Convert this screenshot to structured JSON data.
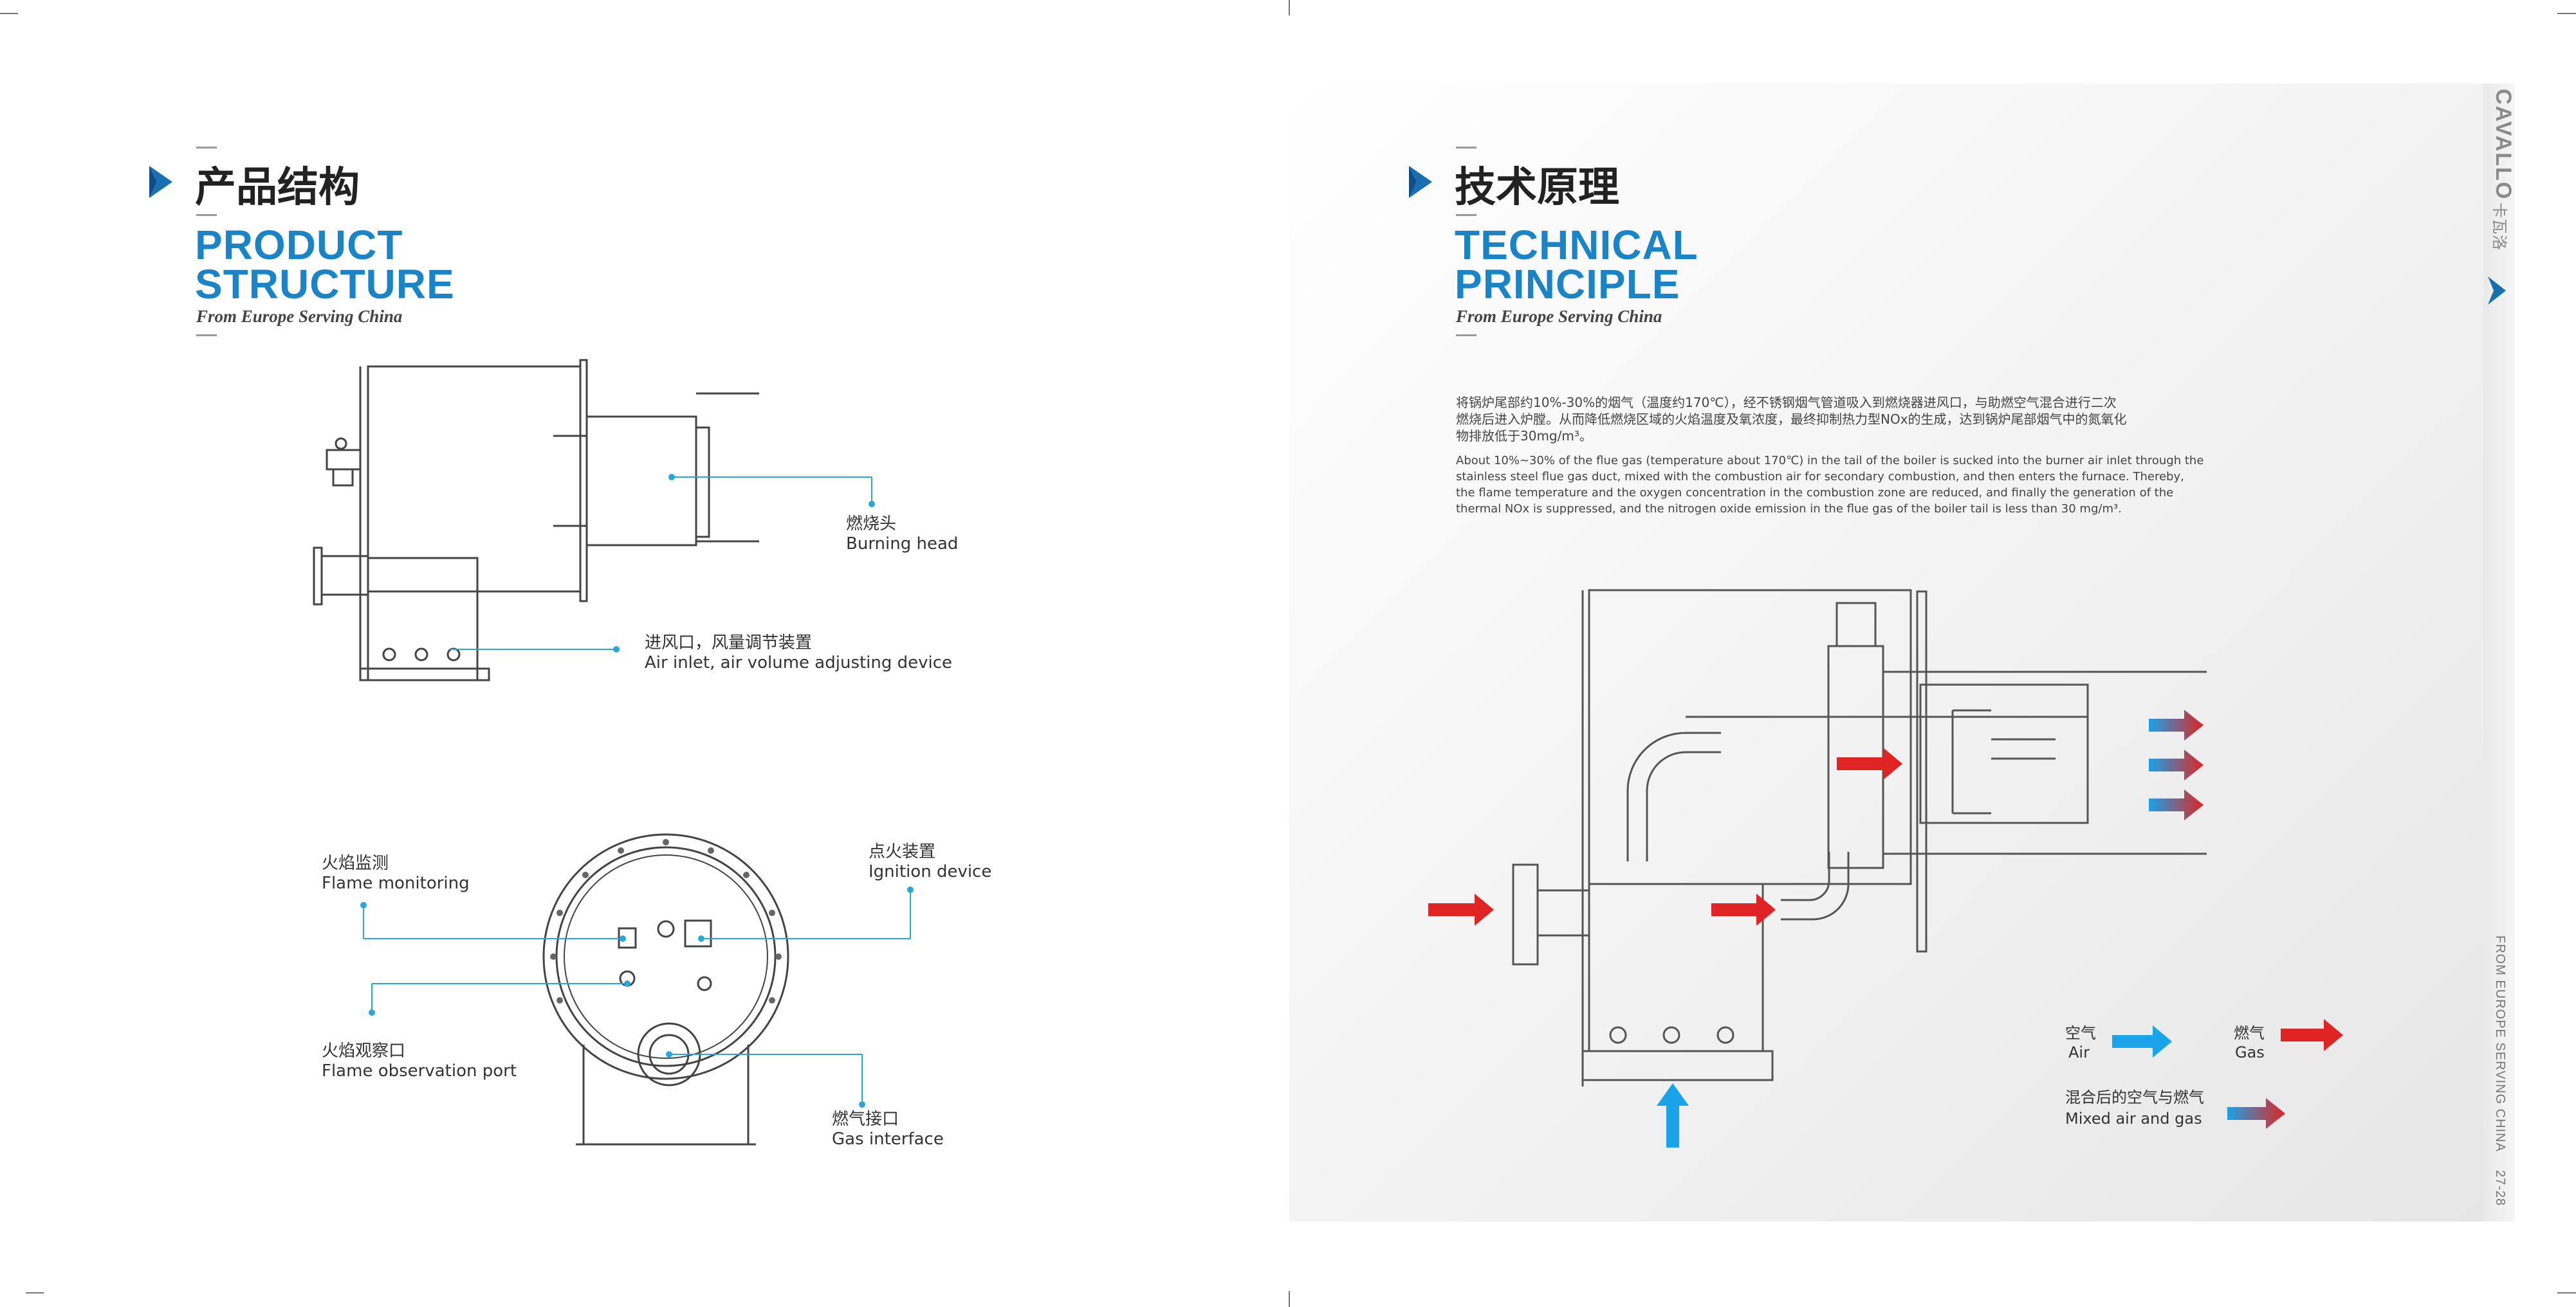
{
  "left": {
    "section_zh": "产品结构",
    "section_en_line1": "PRODUCT",
    "section_en_line2": "STRUCTURE",
    "section_sub": "From Europe Serving China",
    "labels": {
      "burning_head_zh": "燃烧头",
      "burning_head_en": "Burning head",
      "air_inlet_zh": "进风口，风量调节装置",
      "air_inlet_en": "Air inlet, air volume adjusting device",
      "flame_monitor_zh": "火焰监测",
      "flame_monitor_en": "Flame monitoring",
      "ignition_zh": "点火装置",
      "ignition_en": "Ignition device",
      "observation_zh": "火焰观察口",
      "observation_en": "Flame observation port",
      "gas_zh": "燃气接口",
      "gas_en": "Gas interface"
    }
  },
  "right": {
    "section_zh": "技术原理",
    "section_en_line1": "TECHNICAL",
    "section_en_line2": "PRINCIPLE",
    "section_sub": "From Europe Serving China",
    "para_zh_1": "将锅炉尾部约10%-30%的烟气（温度约170℃），经不锈钢烟气管道吸入到燃烧器进风口，与助燃空气混合进行二次",
    "para_zh_2": "燃烧后进入炉膛。从而降低燃烧区域的火焰温度及氧浓度，最终抑制热力型NOx的生成，达到锅炉尾部烟气中的氮氧化",
    "para_zh_3": "物排放低于30mg/m³。",
    "para_en_1": "About 10%~30% of the flue gas (temperature about 170℃) in the tail of the boiler is sucked into the burner air inlet through the",
    "para_en_2": "stainless steel flue gas duct, mixed with the combustion air for secondary combustion, and then enters the furnace. Thereby,",
    "para_en_3": "the flame temperature and the oxygen concentration in the combustion zone are reduced, and finally the generation of the",
    "para_en_4": "thermal NOx is suppressed, and the nitrogen oxide emission in the flue gas of the boiler tail is less than 30 mg/m³.",
    "legend": {
      "air_zh": "空气",
      "air_en": "Air",
      "gas_zh": "燃气",
      "gas_en": "Gas",
      "mixed_zh": "混合后的空气与燃气",
      "mixed_en": "Mixed air and gas"
    },
    "brand": "CAVALLO",
    "brand_zh": "卡瓦洛",
    "side_text": "FROM EUROPE SERVING CHINA",
    "page_numbers": "27-28"
  },
  "colors": {
    "accent_blue": "#1a84c6",
    "air_blue": "#1aa3e8",
    "gas_red": "#e02424",
    "leader_cyan": "#2aa6d8"
  }
}
